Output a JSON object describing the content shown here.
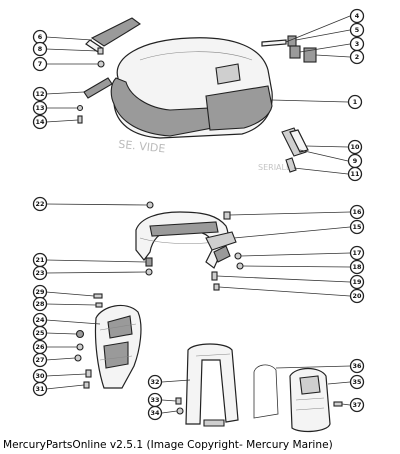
{
  "caption": "MercuryPartsOnline v2.5.1 (Image Copyright- Mercury Marine)",
  "callouts": [
    "1",
    "2",
    "3",
    "4",
    "5",
    "6",
    "7",
    "8",
    "9",
    "10",
    "11",
    "12",
    "13",
    "14",
    "15",
    "16",
    "17",
    "18",
    "19",
    "20",
    "21",
    "22",
    "23",
    "24",
    "25",
    "26",
    "27",
    "28",
    "29",
    "30",
    "31",
    "32",
    "33",
    "34",
    "35",
    "36",
    "37"
  ],
  "ghost_text": [
    "SE. VIDE",
    "SERIALE"
  ]
}
